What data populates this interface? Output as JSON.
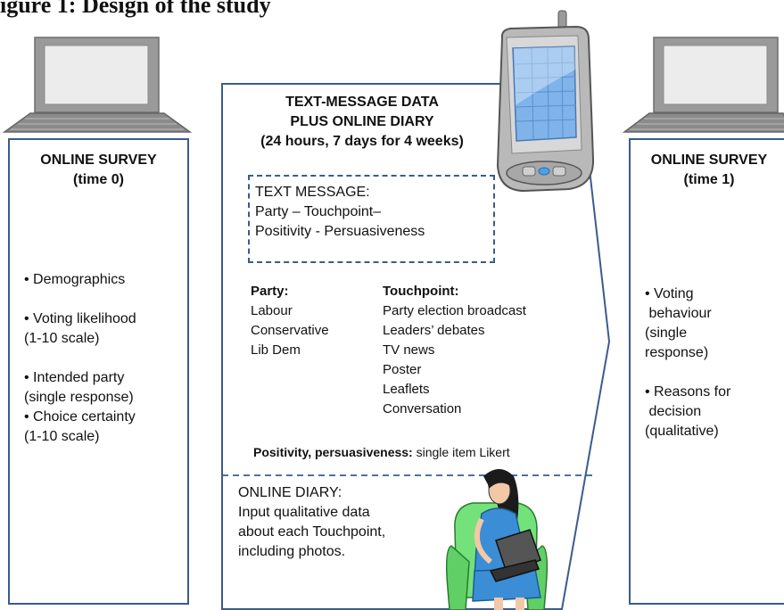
{
  "heading": "igure 1: Design of the study",
  "left_panel": {
    "title_line1": "ONLINE SURVEY",
    "title_line2": "(time 0)",
    "bullets": [
      "• Demographics",
      "• Voting likelihood",
      "(1-10 scale)",
      "• Intended party",
      "(single response)",
      "• Choice certainty",
      "(1-10 scale)"
    ]
  },
  "middle_panel": {
    "title_line1": "TEXT-MESSAGE DATA",
    "title_line2": "PLUS ONLINE DIARY",
    "title_line3": "(24 hours, 7 days for 4 weeks)",
    "text_message_box": {
      "line1": "TEXT MESSAGE:",
      "line2": "Party – Touchpoint–",
      "line3": "Positivity - Persuasiveness"
    },
    "party_header": "Party:",
    "parties": [
      "Labour",
      "Conservative",
      "Lib Dem"
    ],
    "touchpoint_header": "Touchpoint:",
    "touchpoints": [
      "Party election broadcast",
      "Leaders’ debates",
      "TV news",
      "Poster",
      "Leaflets",
      "Conversation"
    ],
    "positivity_label": "Positivity, persuasiveness:",
    "positivity_value": " single item Likert",
    "diary": {
      "line1": "ONLINE DIARY:",
      "line2": "Input qualitative data",
      "line3": "about each Touchpoint,",
      "line4": "including photos."
    }
  },
  "right_panel": {
    "title_line1": "ONLINE SURVEY",
    "title_line2": "(time 1)",
    "bullets": [
      "• Voting",
      " behaviour",
      "(single",
      "response)",
      "• Reasons for",
      " decision",
      "(qualitative)"
    ]
  },
  "colors": {
    "border": "#3a5c8c",
    "laptop_frame": "#8a8a8a",
    "laptop_screen": "#ebebeb",
    "phone_screen": "#7fb3ea",
    "chair": "#74e27a",
    "dress": "#3b8ed6"
  }
}
